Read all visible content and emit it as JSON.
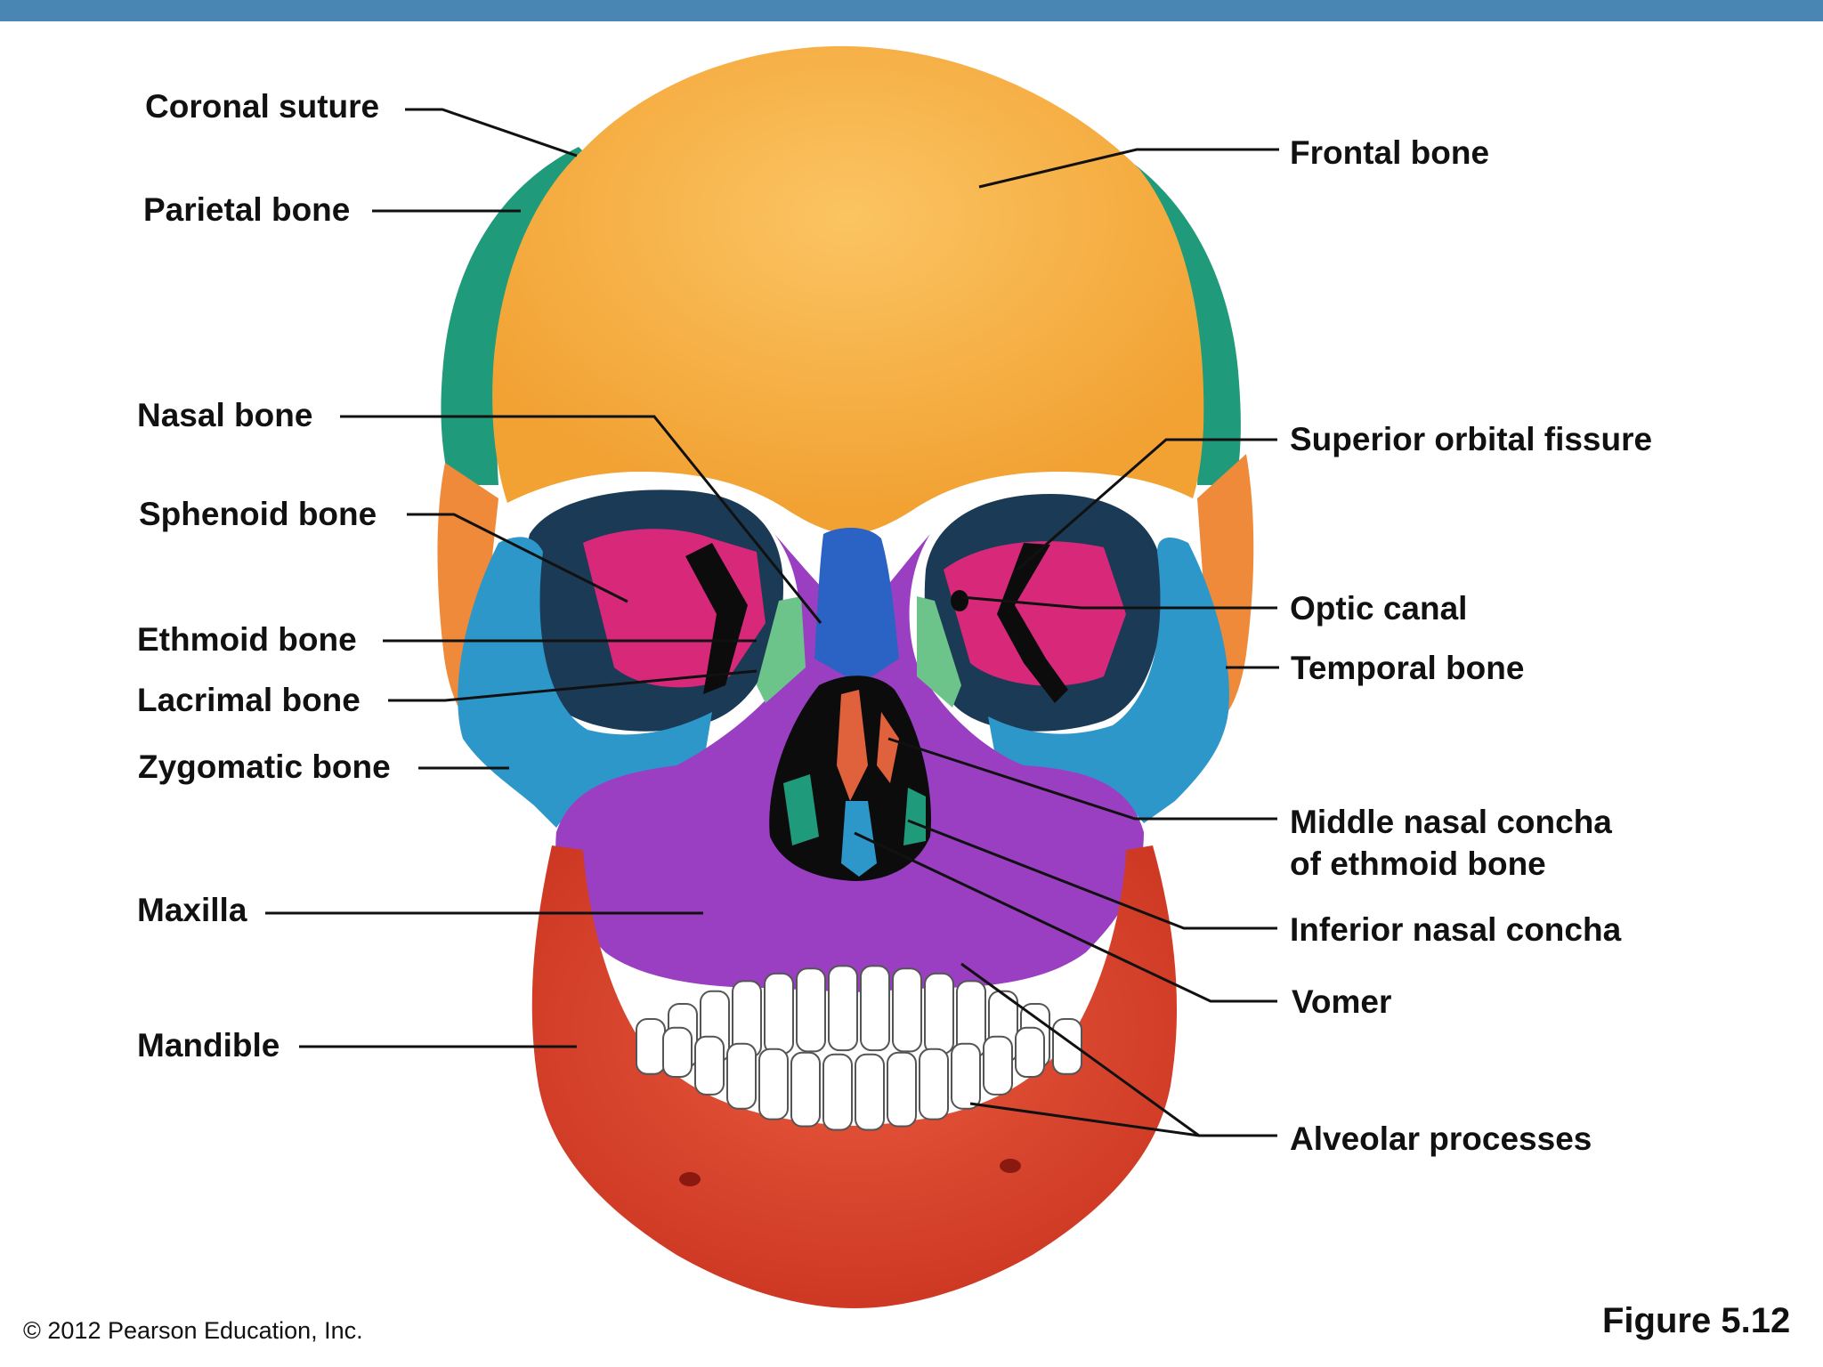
{
  "labels": {
    "coronal_suture": "Coronal suture",
    "parietal_bone": "Parietal bone",
    "nasal_bone": "Nasal bone",
    "sphenoid_bone": "Sphenoid bone",
    "ethmoid_bone": "Ethmoid bone",
    "lacrimal_bone": "Lacrimal bone",
    "zygomatic_bone": "Zygomatic bone",
    "maxilla": "Maxilla",
    "mandible": "Mandible",
    "frontal_bone": "Frontal bone",
    "superior_orbital_fissure": "Superior orbital fissure",
    "optic_canal": "Optic canal",
    "temporal_bone": "Temporal bone",
    "middle_nasal_concha_1": "Middle nasal concha",
    "middle_nasal_concha_2": "of ethmoid bone",
    "inferior_nasal_concha": "Inferior nasal concha",
    "vomer": "Vomer",
    "alveolar_processes": "Alveolar processes"
  },
  "footer": {
    "copyright": "© 2012 Pearson Education, Inc.",
    "figure": "Figure 5.12"
  },
  "colors": {
    "top_bar": "#4a86b4",
    "frontal": "#f5ad3c",
    "parietal": "#1f9a7a",
    "temporal": "#ef8a3a",
    "sphenoid": "#d8287a",
    "zygomatic": "#2e97c9",
    "maxilla": "#9a3fc2",
    "nasal": "#2a63c4",
    "ethmoid": "#6cc48a",
    "mandible": "#d9402a",
    "teeth": "#ffffff"
  }
}
